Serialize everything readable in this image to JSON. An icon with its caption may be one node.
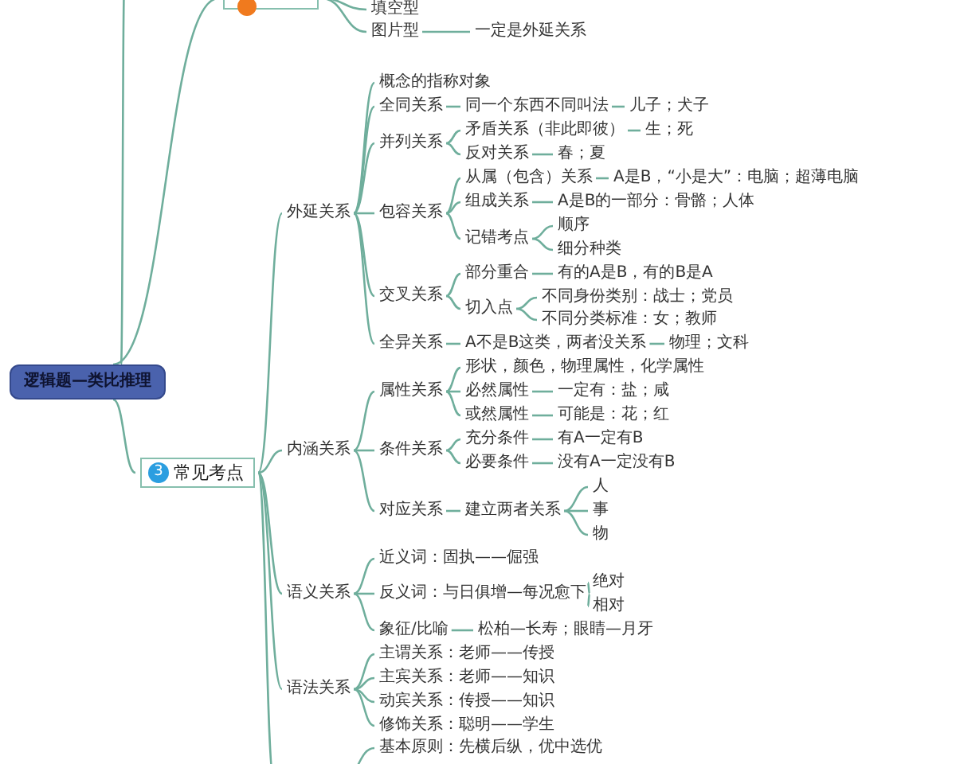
{
  "diagram": {
    "nodes": [
      {
        "text": [],
        "shape": "box"
      },
      {
        "text": [
          "填空型"
        ]
      },
      {
        "text": [
          "图片型"
        ]
      },
      {
        "text": [
          "一定是外延关系"
        ]
      },
      {
        "text": [
          "逻辑题—类比推理"
        ]
      },
      {
        "text": [
          "3",
          "常见考点"
        ]
      },
      {
        "text": [
          "外延关系"
        ]
      },
      {
        "text": [
          "概念的指称对象"
        ]
      },
      {
        "text": [
          "全同关系"
        ]
      },
      {
        "text": [
          "同一个东西不同叫法"
        ]
      },
      {
        "text": [
          "儿子；犬子"
        ]
      },
      {
        "text": [
          "并列关系"
        ]
      },
      {
        "text": [
          "矛盾关系（非此即彼）"
        ]
      },
      {
        "text": [
          "生；死"
        ]
      },
      {
        "text": [
          "反对关系"
        ]
      },
      {
        "text": [
          "春；夏"
        ]
      },
      {
        "text": [
          "包容关系"
        ]
      },
      {
        "text": [
          "从属（包含）关系"
        ]
      },
      {
        "text": [
          "A是B，“小是大”：电脑；超薄电脑"
        ]
      },
      {
        "text": [
          "组成关系"
        ]
      },
      {
        "text": [
          "A是B的一部分：骨骼；人体"
        ]
      },
      {
        "text": [
          "记错考点"
        ]
      },
      {
        "text": [
          "顺序"
        ]
      },
      {
        "text": [
          "细分种类"
        ]
      },
      {
        "text": [
          "交叉关系"
        ]
      },
      {
        "text": [
          "部分重合"
        ]
      },
      {
        "text": [
          "有的A是B，有的B是A"
        ]
      },
      {
        "text": [
          "切入点"
        ]
      },
      {
        "text": [
          "不同身份类别：战士；党员"
        ]
      },
      {
        "text": [
          "不同分类标准：女；教师"
        ]
      },
      {
        "text": [
          "全异关系"
        ]
      },
      {
        "text": [
          "A不是B这类，两者没关系"
        ]
      },
      {
        "text": [
          "物理；文科"
        ]
      },
      {
        "text": [
          "内涵关系"
        ]
      },
      {
        "text": [
          "属性关系"
        ]
      },
      {
        "text": [
          "形状，颜色，物理属性，化学属性"
        ]
      },
      {
        "text": [
          "必然属性"
        ]
      },
      {
        "text": [
          "一定有：盐；咸"
        ]
      },
      {
        "text": [
          "或然属性"
        ]
      },
      {
        "text": [
          "可能是：花；红"
        ]
      },
      {
        "text": [
          "条件关系"
        ]
      },
      {
        "text": [
          "充分条件"
        ]
      },
      {
        "text": [
          "有A一定有B"
        ]
      },
      {
        "text": [
          "必要条件"
        ]
      },
      {
        "text": [
          "没有A一定没有B"
        ]
      },
      {
        "text": [
          "对应关系"
        ]
      },
      {
        "text": [
          "建立两者关系"
        ]
      },
      {
        "text": [
          "人"
        ]
      },
      {
        "text": [
          "事"
        ]
      },
      {
        "text": [
          "物"
        ]
      },
      {
        "text": [
          "语义关系"
        ]
      },
      {
        "text": [
          "近义词：固执——倔强"
        ]
      },
      {
        "text": [
          "反义词：与日俱增—每况愈下"
        ]
      },
      {
        "text": [
          "绝对"
        ]
      },
      {
        "text": [
          "相对"
        ]
      },
      {
        "text": [
          "象征/比喻"
        ]
      },
      {
        "text": [
          "松柏—长寿；眼睛—月牙"
        ]
      },
      {
        "text": [
          "语法关系"
        ]
      },
      {
        "text": [
          "主谓关系：老师——传授"
        ]
      },
      {
        "text": [
          "主宾关系：老师——知识"
        ]
      },
      {
        "text": [
          "动宾关系：传授——知识"
        ]
      },
      {
        "text": [
          "修饰关系：聪明——学生"
        ]
      },
      {
        "text": [
          "基本原则：先横后纵，优中选优"
        ]
      }
    ],
    "edges": [
      {
        "from": 4,
        "to": null,
        "arrow": "none"
      },
      {
        "from": 4,
        "to": 0,
        "arrow": "none"
      },
      {
        "from": 0,
        "to": 1,
        "arrow": "none"
      },
      {
        "from": 0,
        "to": 2,
        "arrow": "none"
      },
      {
        "from": 2,
        "to": 3,
        "arrow": "none"
      },
      {
        "from": 4,
        "to": 5,
        "arrow": "none"
      },
      {
        "from": 5,
        "to": 6,
        "arrow": "none"
      },
      {
        "from": 6,
        "to": 7,
        "arrow": "none"
      },
      {
        "from": 6,
        "to": 8,
        "arrow": "none"
      },
      {
        "from": 8,
        "to": 9,
        "arrow": "none"
      },
      {
        "from": 9,
        "to": 10,
        "arrow": "none"
      },
      {
        "from": 6,
        "to": 11,
        "arrow": "none"
      },
      {
        "from": 11,
        "to": 12,
        "arrow": "none"
      },
      {
        "from": 12,
        "to": 13,
        "arrow": "none"
      },
      {
        "from": 11,
        "to": 14,
        "arrow": "none"
      },
      {
        "from": 14,
        "to": 15,
        "arrow": "none"
      },
      {
        "from": 6,
        "to": 16,
        "arrow": "none"
      },
      {
        "from": 16,
        "to": 17,
        "arrow": "none"
      },
      {
        "from": 17,
        "to": 18,
        "arrow": "none"
      },
      {
        "from": 16,
        "to": 19,
        "arrow": "none"
      },
      {
        "from": 19,
        "to": 20,
        "arrow": "none"
      },
      {
        "from": 16,
        "to": 21,
        "arrow": "none"
      },
      {
        "from": 21,
        "to": 22,
        "arrow": "none"
      },
      {
        "from": 21,
        "to": 23,
        "arrow": "none"
      },
      {
        "from": 6,
        "to": 24,
        "arrow": "none"
      },
      {
        "from": 24,
        "to": 25,
        "arrow": "none"
      },
      {
        "from": 25,
        "to": 26,
        "arrow": "none"
      },
      {
        "from": 24,
        "to": 27,
        "arrow": "none"
      },
      {
        "from": 27,
        "to": 28,
        "arrow": "none"
      },
      {
        "from": 27,
        "to": 29,
        "arrow": "none"
      },
      {
        "from": 6,
        "to": 30,
        "arrow": "none"
      },
      {
        "from": 30,
        "to": 31,
        "arrow": "none"
      },
      {
        "from": 31,
        "to": 32,
        "arrow": "none"
      },
      {
        "from": 5,
        "to": 33,
        "arrow": "none"
      },
      {
        "from": 33,
        "to": 34,
        "arrow": "none"
      },
      {
        "from": 34,
        "to": 35,
        "arrow": "none"
      },
      {
        "from": 34,
        "to": 36,
        "arrow": "none"
      },
      {
        "from": 36,
        "to": 37,
        "arrow": "none"
      },
      {
        "from": 34,
        "to": 38,
        "arrow": "none"
      },
      {
        "from": 38,
        "to": 39,
        "arrow": "none"
      },
      {
        "from": 33,
        "to": 40,
        "arrow": "none"
      },
      {
        "from": 40,
        "to": 41,
        "arrow": "none"
      },
      {
        "from": 41,
        "to": 42,
        "arrow": "none"
      },
      {
        "from": 40,
        "to": 43,
        "arrow": "none"
      },
      {
        "from": 43,
        "to": 44,
        "arrow": "none"
      },
      {
        "from": 33,
        "to": 45,
        "arrow": "none"
      },
      {
        "from": 45,
        "to": 46,
        "arrow": "none"
      },
      {
        "from": 46,
        "to": 47,
        "arrow": "none"
      },
      {
        "from": 46,
        "to": 48,
        "arrow": "none"
      },
      {
        "from": 46,
        "to": 49,
        "arrow": "none"
      },
      {
        "from": 5,
        "to": 50,
        "arrow": "none"
      },
      {
        "from": 50,
        "to": 51,
        "arrow": "none"
      },
      {
        "from": 50,
        "to": 52,
        "arrow": "none"
      },
      {
        "from": 52,
        "to": 53,
        "arrow": "none"
      },
      {
        "from": 52,
        "to": 54,
        "arrow": "none"
      },
      {
        "from": 50,
        "to": 55,
        "arrow": "none"
      },
      {
        "from": 55,
        "to": 56,
        "arrow": "none"
      },
      {
        "from": 5,
        "to": 57,
        "arrow": "none"
      },
      {
        "from": 57,
        "to": 58,
        "arrow": "none"
      },
      {
        "from": 57,
        "to": 59,
        "arrow": "none"
      },
      {
        "from": 57,
        "to": 60,
        "arrow": "none"
      },
      {
        "from": 57,
        "to": 61,
        "arrow": "none"
      },
      {
        "from": 5,
        "to": null,
        "arrow": "none"
      },
      {
        "from": null,
        "to": 62,
        "arrow": "none"
      }
    ]
  }
}
